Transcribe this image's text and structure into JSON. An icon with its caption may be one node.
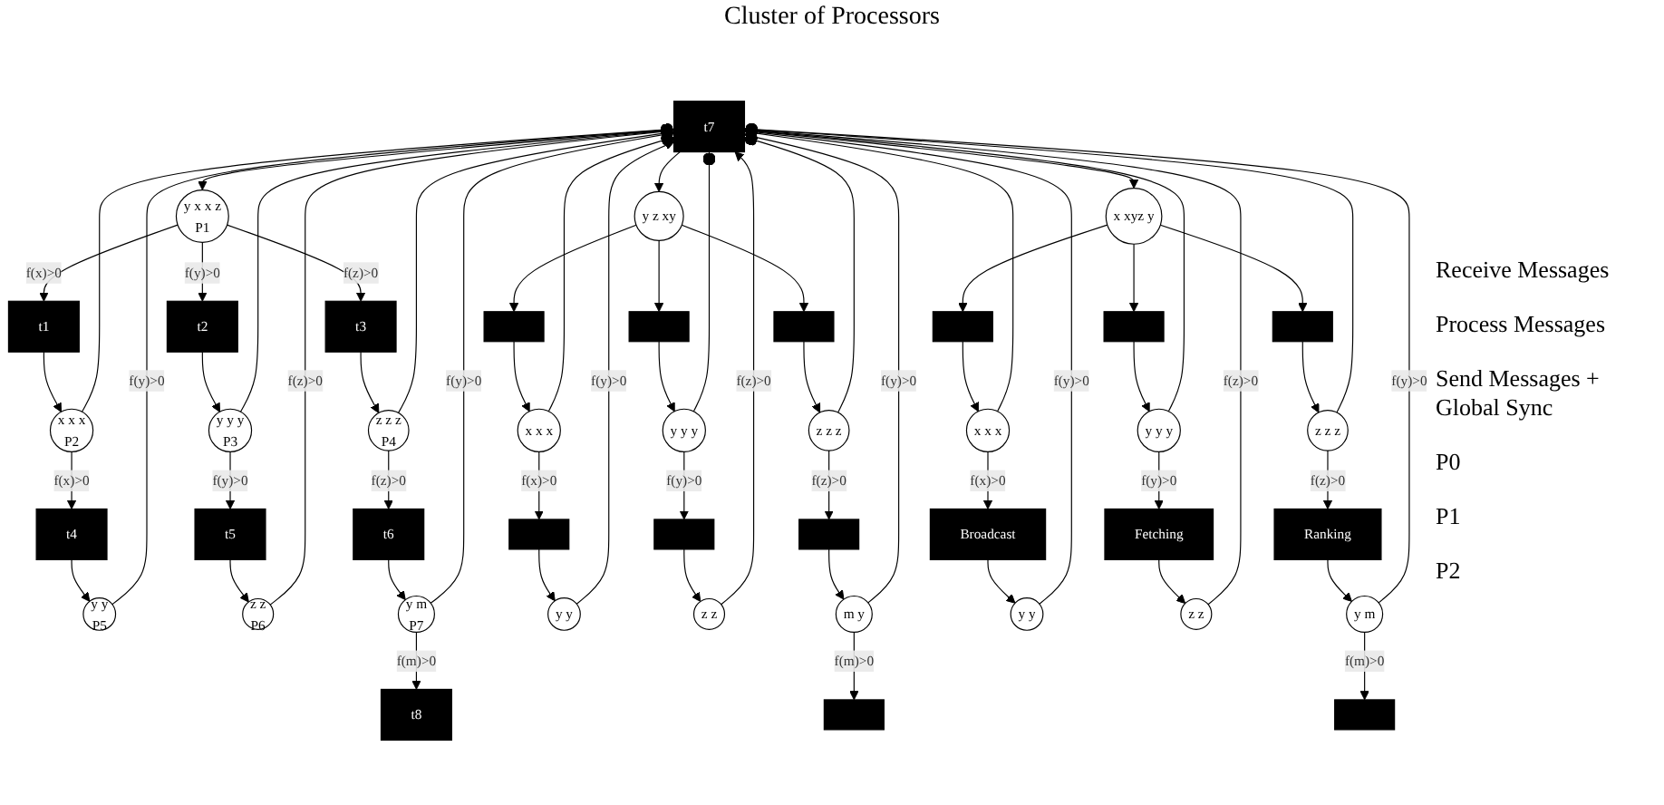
{
  "diagram": {
    "title": "Cluster of Processors",
    "nodes": [
      {
        "text": [
          "y x x z",
          "P1"
        ]
      },
      {
        "text": [
          "t1"
        ]
      },
      {
        "text": [
          "t2"
        ]
      },
      {
        "text": [
          "t3"
        ]
      },
      {
        "text": [
          "x x x",
          "P2"
        ]
      },
      {
        "text": [
          "y y y",
          "P3"
        ]
      },
      {
        "text": [
          "z z z",
          "P4"
        ]
      },
      {
        "text": [
          "t4"
        ]
      },
      {
        "text": [
          "t5"
        ]
      },
      {
        "text": [
          "t6"
        ]
      },
      {
        "text": [
          "y y",
          "P5"
        ]
      },
      {
        "text": [
          "z z",
          "P6"
        ]
      },
      {
        "text": [
          "y m",
          "P7"
        ]
      },
      {
        "text": [
          "t8"
        ]
      },
      {
        "text": [
          "y z xy"
        ]
      },
      {
        "text": [],
        "shape": "bar"
      },
      {
        "text": [],
        "shape": "bar"
      },
      {
        "text": [],
        "shape": "bar"
      },
      {
        "text": [
          "x x x"
        ]
      },
      {
        "text": [
          "y y y"
        ]
      },
      {
        "text": [
          "z z z"
        ]
      },
      {
        "text": [],
        "shape": "bar"
      },
      {
        "text": [],
        "shape": "bar"
      },
      {
        "text": [],
        "shape": "bar"
      },
      {
        "text": [
          "y y"
        ]
      },
      {
        "text": [
          "z z"
        ]
      },
      {
        "text": [
          "m y"
        ]
      },
      {
        "text": [],
        "shape": "bar"
      },
      {
        "text": [
          "x xyz y"
        ]
      },
      {
        "text": [],
        "shape": "bar"
      },
      {
        "text": [],
        "shape": "bar"
      },
      {
        "text": [],
        "shape": "bar"
      },
      {
        "text": [
          "x x x"
        ]
      },
      {
        "text": [
          "y y y"
        ]
      },
      {
        "text": [
          "z z z"
        ]
      },
      {
        "text": [
          "Broadcast"
        ]
      },
      {
        "text": [
          "Fetching"
        ]
      },
      {
        "text": [
          "Ranking"
        ]
      },
      {
        "text": [
          "y y"
        ]
      },
      {
        "text": [
          "z z"
        ]
      },
      {
        "text": [
          "y m"
        ]
      },
      {
        "text": [],
        "shape": "bar"
      },
      {
        "text": [
          "t7"
        ]
      }
    ],
    "edges": [
      {
        "from": 0,
        "to": 1,
        "arrow": "to",
        "label": "f(x)>0"
      },
      {
        "from": 0,
        "to": 2,
        "arrow": "to",
        "label": "f(y)>0"
      },
      {
        "from": 0,
        "to": 3,
        "arrow": "to",
        "label": "f(z)>0"
      },
      {
        "from": 1,
        "to": 4,
        "arrow": "to"
      },
      {
        "from": 2,
        "to": 5,
        "arrow": "to"
      },
      {
        "from": 3,
        "to": 6,
        "arrow": "to"
      },
      {
        "from": 4,
        "to": 7,
        "arrow": "to",
        "label": "f(x)>0"
      },
      {
        "from": 5,
        "to": 8,
        "arrow": "to",
        "label": "f(y)>0"
      },
      {
        "from": 6,
        "to": 9,
        "arrow": "to",
        "label": "f(z)>0"
      },
      {
        "from": 7,
        "to": 10,
        "arrow": "to"
      },
      {
        "from": 8,
        "to": 11,
        "arrow": "to"
      },
      {
        "from": 9,
        "to": 12,
        "arrow": "to"
      },
      {
        "from": 10,
        "to": 42,
        "arrow": "to",
        "label": "f(y)>0"
      },
      {
        "from": 11,
        "to": 42,
        "arrow": "to",
        "label": "f(z)>0"
      },
      {
        "from": 12,
        "to": 42,
        "arrow": "to",
        "label": "f(y)>0"
      },
      {
        "from": 12,
        "to": 13,
        "arrow": "to",
        "label": "f(m)>0"
      },
      {
        "from": 4,
        "to": 42,
        "arrow": "other"
      },
      {
        "from": 5,
        "to": 42,
        "arrow": "other"
      },
      {
        "from": 6,
        "to": 42,
        "arrow": "other"
      },
      {
        "from": 42,
        "to": 0,
        "arrow": "to"
      },
      {
        "from": 14,
        "to": 15,
        "arrow": "to"
      },
      {
        "from": 14,
        "to": 16,
        "arrow": "to"
      },
      {
        "from": 14,
        "to": 17,
        "arrow": "to"
      },
      {
        "from": 15,
        "to": 18,
        "arrow": "to"
      },
      {
        "from": 16,
        "to": 19,
        "arrow": "to"
      },
      {
        "from": 17,
        "to": 20,
        "arrow": "to"
      },
      {
        "from": 18,
        "to": 21,
        "arrow": "to",
        "label": "f(x)>0"
      },
      {
        "from": 19,
        "to": 22,
        "arrow": "to",
        "label": "f(y)>0"
      },
      {
        "from": 20,
        "to": 23,
        "arrow": "to",
        "label": "f(z)>0"
      },
      {
        "from": 21,
        "to": 24,
        "arrow": "to"
      },
      {
        "from": 22,
        "to": 25,
        "arrow": "to"
      },
      {
        "from": 23,
        "to": 26,
        "arrow": "to"
      },
      {
        "from": 24,
        "to": 42,
        "arrow": "to",
        "label": "f(y)>0"
      },
      {
        "from": 25,
        "to": 42,
        "arrow": "to",
        "label": "f(z)>0"
      },
      {
        "from": 26,
        "to": 42,
        "arrow": "to",
        "label": "f(y)>0"
      },
      {
        "from": 26,
        "to": 27,
        "arrow": "to",
        "label": "f(m)>0"
      },
      {
        "from": 18,
        "to": 42,
        "arrow": "other"
      },
      {
        "from": 19,
        "to": 42,
        "arrow": "other"
      },
      {
        "from": 20,
        "to": 42,
        "arrow": "other"
      },
      {
        "from": 42,
        "to": 14,
        "arrow": "to"
      },
      {
        "from": 28,
        "to": 29,
        "arrow": "to"
      },
      {
        "from": 28,
        "to": 30,
        "arrow": "to"
      },
      {
        "from": 28,
        "to": 31,
        "arrow": "to"
      },
      {
        "from": 29,
        "to": 32,
        "arrow": "to"
      },
      {
        "from": 30,
        "to": 33,
        "arrow": "to"
      },
      {
        "from": 31,
        "to": 34,
        "arrow": "to"
      },
      {
        "from": 32,
        "to": 35,
        "arrow": "to",
        "label": "f(x)>0"
      },
      {
        "from": 33,
        "to": 36,
        "arrow": "to",
        "label": "f(y)>0"
      },
      {
        "from": 34,
        "to": 37,
        "arrow": "to",
        "label": "f(z)>0"
      },
      {
        "from": 35,
        "to": 38,
        "arrow": "to"
      },
      {
        "from": 36,
        "to": 39,
        "arrow": "to"
      },
      {
        "from": 37,
        "to": 40,
        "arrow": "to"
      },
      {
        "from": 38,
        "to": 42,
        "arrow": "to",
        "label": "f(y)>0"
      },
      {
        "from": 39,
        "to": 42,
        "arrow": "to",
        "label": "f(z)>0"
      },
      {
        "from": 40,
        "to": 42,
        "arrow": "to",
        "label": "f(y)>0"
      },
      {
        "from": 40,
        "to": 41,
        "arrow": "to",
        "label": "f(m)>0"
      },
      {
        "from": 32,
        "to": 42,
        "arrow": "other"
      },
      {
        "from": 33,
        "to": 42,
        "arrow": "other"
      },
      {
        "from": 34,
        "to": 42,
        "arrow": "other"
      },
      {
        "from": 42,
        "to": 28,
        "arrow": "to"
      }
    ],
    "labels": [
      "Receive Messages",
      "Process Messages",
      "Send Messages + Global Sync",
      "P0",
      "P1",
      "P2"
    ]
  }
}
